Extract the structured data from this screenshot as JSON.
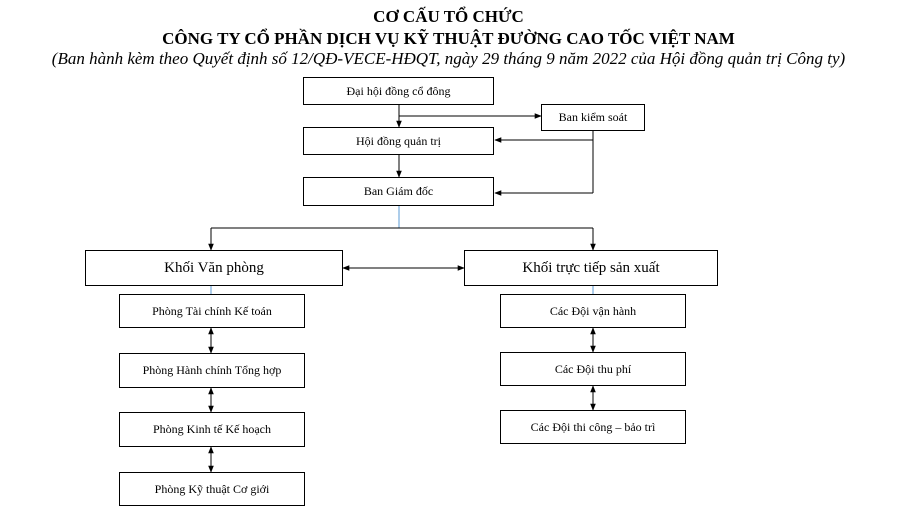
{
  "header": {
    "title": "CƠ CẤU TỔ CHỨC",
    "company": "CÔNG TY CỔ PHẦN DỊCH VỤ KỸ THUẬT ĐƯỜNG CAO TỐC VIỆT NAM",
    "subtitle": "(Ban hành kèm theo Quyết định số 12/QĐ-VECE-HĐQT, ngày 29 tháng 9 năm 2022 của Hội đồng quản trị Công ty)"
  },
  "nodes": {
    "dhdcd": "Đại hội đồng cổ đông",
    "bks": "Ban kiểm soát",
    "hdqt": "Hội đồng quản trị",
    "bgd": "Ban Giám đốc",
    "khoi_vp": "Khối Văn phòng",
    "khoi_tt": "Khối trực tiếp sản xuất"
  },
  "van_phong": [
    "Phòng Tài chính Kế toán",
    "Phòng Hành chính Tổng hợp",
    "Phòng Kinh tế Kế hoạch",
    "Phòng Kỹ thuật Cơ giới"
  ],
  "truc_tiep": [
    "Các Đội vận hành",
    "Các Đội thu phí",
    "Các Đội thi công – bảo trì"
  ],
  "colors": {
    "line": "#000000",
    "accent_line": "#5b9bd5"
  }
}
